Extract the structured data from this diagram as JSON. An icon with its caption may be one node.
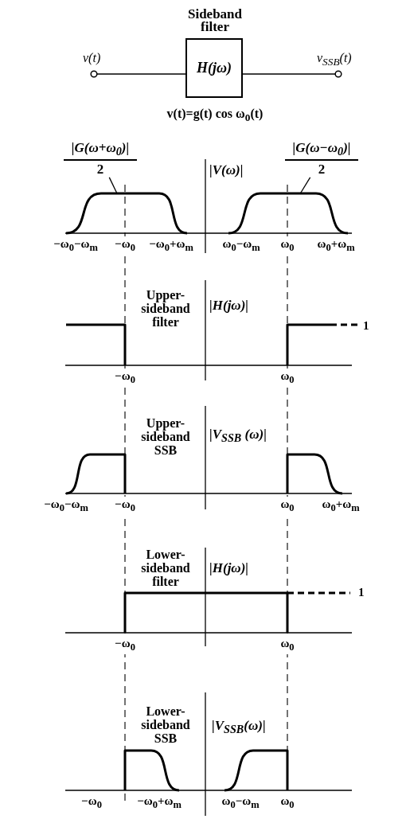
{
  "diagram": {
    "nodes": [
      {
        "text": [
          "Sideband filter",
          "H(jω)"
        ],
        "beside": [
          "v(t)=g(t) cos ω$_{0}$(t)"
        ]
      },
      {
        "text": [],
        "shape": "circle",
        "beside": [
          "ν(t)"
        ]
      },
      {
        "text": [],
        "shape": "circle",
        "beside": [
          "v$_{SSB}$(t)"
        ]
      },
      {
        "text": [
          "|G(ω+ω$_{0}$)|",
          "2"
        ]
      },
      {
        "text": [
          "|G(ω−ω$_{0}$)|",
          "2"
        ]
      },
      {
        "text": [],
        "shape": "curve"
      },
      {
        "text": [],
        "shape": "curve"
      }
    ],
    "edges": [
      {
        "from": 1,
        "to": 0,
        "arrow": "none"
      },
      {
        "from": 0,
        "to": 2,
        "arrow": "none"
      },
      {
        "from": 3,
        "to": 5,
        "arrow": "none"
      },
      {
        "from": 4,
        "to": 6,
        "arrow": "none"
      }
    ],
    "labels": [
      "|V(ω)|",
      "−ω$_{0}$−ω$_{m}$",
      "−ω$_{0}$",
      "−ω$_{0}$+ω$_{m}$",
      "ω$_{0}$−ω$_{m}$",
      "ω$_{0}$",
      "ω$_{0}$+ω$_{m}$",
      "Upper-sideband filter",
      "|H(jω)|",
      "1",
      "−ω$_{0}$",
      "ω$_{0}$",
      "Upper-sideband SSB",
      "|V$_{SSB}$ (ω)|",
      "−ω$_{0}$−ω$_{m}$",
      "−ω$_{0}$",
      "ω$_{0}$",
      "ω$_{0}$+ω$_{m}$",
      "Lower-sideband filter",
      "|H(jω)|",
      "1",
      "−ω$_{0}$",
      "ω$_{0}$",
      "Lower-sideband SSB",
      "|V$_{SSB}$(ω)|",
      "−ω$_{0}$",
      "−ω$_{0}$+ω$_{m}$",
      "ω$_{0}$−ω$_{m}$",
      "ω$_{0}$"
    ]
  }
}
